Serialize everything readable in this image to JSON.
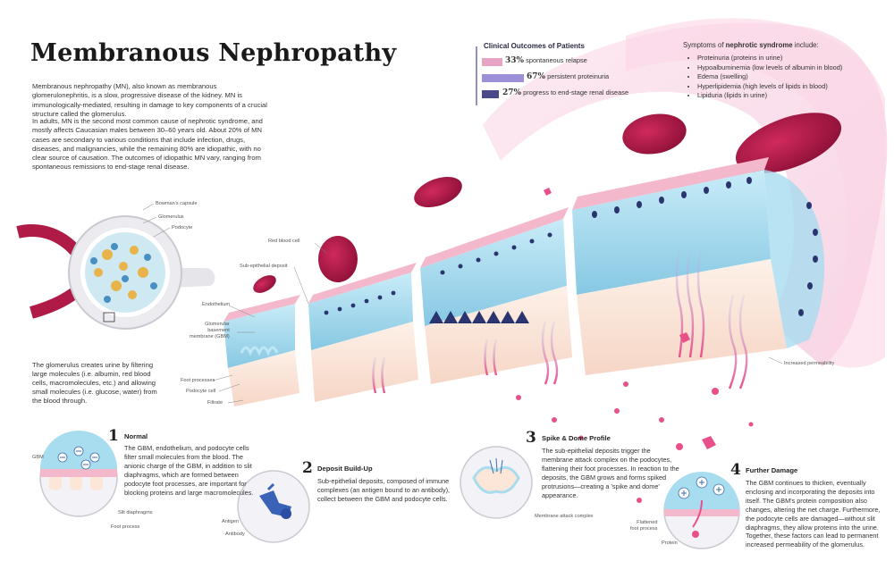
{
  "title": "Membranous Nephropathy",
  "intro": {
    "p1": "Membranous nephropathy (MN), also known as membranous glomerulonephritis, is a slow, progressive disease of the kidney. MN is immunologically-mediated, resulting in damage to key components of a crucial structure called the glomerulus.",
    "p2": "In adults, MN is the second most common cause of nephrotic syndrome, and mostly affects Caucasian males between 30–60 years old. About 20% of MN cases are secondary to various conditions that include infection, drugs, diseases, and malignancies, while the remaining 80% are idiopathic, with no clear source of causation. The outcomes of idiopathic MN vary, ranging from spontaneous remissions to end-stage renal disease."
  },
  "outcomes": {
    "title": "Clinical Outcomes of Patients",
    "rows": [
      {
        "pct": "33%",
        "label": "spontaneous relapse",
        "value": 33,
        "color": "#e8a4c4"
      },
      {
        "pct": "67%",
        "label": "persistent proteinuria",
        "value": 67,
        "color": "#9d8fd8"
      },
      {
        "pct": "27%",
        "label": "progress to end-stage renal disease",
        "value": 27,
        "color": "#4a4a8a"
      }
    ]
  },
  "symptoms": {
    "title_prefix": "Symptoms of ",
    "title_bold": "nephrotic syndrome",
    "title_suffix": " include:",
    "items": [
      "Proteinuria (proteins in urine)",
      "Hypoalbuminemia (low levels of albumin in blood)",
      "Edema (swelling)",
      "Hyperlipidemia (high levels of lipids in blood)",
      "Lipiduria (lipids in urine)"
    ]
  },
  "glomerulus_labels": {
    "bowmans": "Bowman's capsule",
    "glomerulus": "Glomerulus",
    "podocyte": "Podocyte"
  },
  "glomerulus_text": "The glomerulus creates urine by filtering large molecules (i.e. albumin, red blood cells, macromolecules, etc.) and allowing small molecules (i.e. glucose, water) from the blood through.",
  "diagram_labels": {
    "rbc": "Red blood cell",
    "subepi": "Sub-epithelial deposit",
    "endothelium": "Endothelium",
    "gbm1": "Glomerular",
    "gbm2": "basement",
    "gbm3": "membrane (GBM)",
    "foot": "Foot processes",
    "podocyte_cell": "Podocyte cell",
    "filtrate": "Filtrate",
    "perm": "Increased permeability"
  },
  "steps": [
    {
      "num": "1",
      "head": "Normal",
      "text": "The GBM, endothelium, and podocyte cells filter small molecules from the blood. The anionic charge of the GBM, in addition to slit diaphragms, which are formed between podocyte foot processes, are important for blocking proteins and large macromolecules."
    },
    {
      "num": "2",
      "head": "Deposit Build-Up",
      "text": "Sub-epithelial deposits, composed of immune complexes (an antigen bound to an antibody), collect between the GBM and podocyte cells."
    },
    {
      "num": "3",
      "head": "Spike & Dome Profile",
      "text": "The sub-epithelial deposits trigger the membrane attack complex on the podocytes, flattening their foot processes. In reaction to the deposits, the GBM grows and forms spiked protrusions—creating a 'spike and dome' appearance."
    },
    {
      "num": "4",
      "head": "Further Damage",
      "text": "The GBM continues to thicken, eventually enclosing and incorporating the deposits into itself. The GBM's protein composition also changes, altering the net charge. Furthermore, the podocyte cells are damaged—without slit diaphragms, they allow proteins into the urine. Together, these factors can lead to permanent increased permeability of the glomerulus."
    }
  ],
  "step_labels": {
    "gbm": "GBM",
    "slit": "Slit diaphragms",
    "foot": "Foot process",
    "antigen": "Antigen",
    "antibody": "Antibody",
    "mac": "Membrane attack complex",
    "flat1": "Flattened",
    "flat2": "foot process",
    "protein": "Protein"
  },
  "colors": {
    "gbm_blue": "#a8dcef",
    "endo_pink": "#f4b8cc",
    "podocyte_cream": "#fbe6d8",
    "rbc": "#b01a46",
    "arrow": "#8d86d4",
    "accent_pink": "#e06890",
    "navy": "#2a3570"
  }
}
